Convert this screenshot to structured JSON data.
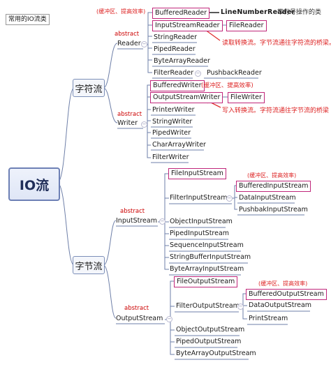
{
  "title": "常用的IO流类",
  "root": "IO流",
  "branches": {
    "char": "字符流",
    "byte": "字节流"
  },
  "abstract_label": "abstract",
  "reader": {
    "label": "Reader",
    "children": [
      "BufferedReader",
      "InputStreamReader",
      "StringReader",
      "PipedReader",
      "ByteArrayReader",
      "FilterReader"
    ],
    "pushback": "PushbackReader",
    "file_reader": "FileReader",
    "line_number_reader": "LineNumberReader",
    "line_number_note": "带行号操作的类",
    "buffer_note": "(缓冲区、提高效率)",
    "isr_note": "读取转换流。字节流通往字符流的桥梁。"
  },
  "writer": {
    "label": "Writer",
    "children": [
      "BufferedWriter",
      "OutputStreamWriter",
      "PrinterWriter",
      "StringWriter",
      "PipedWriter",
      "CharArrayWriter",
      "FilterWriter"
    ],
    "file_writer": "FileWriter",
    "buffer_note": "(缓冲区、提高效率)",
    "osw_note": "写入转换流。字符流通往字节流的桥梁"
  },
  "inputstream": {
    "label": "InputStream",
    "children": [
      "FileInputStream",
      "FilterInputStream",
      "ObjectInputStream",
      "PipedInputStream",
      "SequenceInputStream",
      "StringBufferInputStream",
      "ByteArrayInputStream"
    ],
    "filter_children": [
      "BufferedInputStream",
      "DataInputStream",
      "PushbakInputStream"
    ],
    "buffer_note": "(缓冲区、提高效率)"
  },
  "outputstream": {
    "label": "OutputStream",
    "children": [
      "FileOutputStream",
      "FilterOutputStream",
      "ObjectOutputStream",
      "PipedOutputStream",
      "ByteArrayOutputStream"
    ],
    "filter_children": [
      "BufferedOutputStream",
      "DataOutputStream",
      "PrintStream"
    ],
    "buffer_note": "(缓冲区、提高效率)"
  },
  "colors": {
    "line": "#6e7fa8",
    "box_border": "#c0267a",
    "node_border": "#7c8fb8",
    "note": "#dd2222"
  }
}
